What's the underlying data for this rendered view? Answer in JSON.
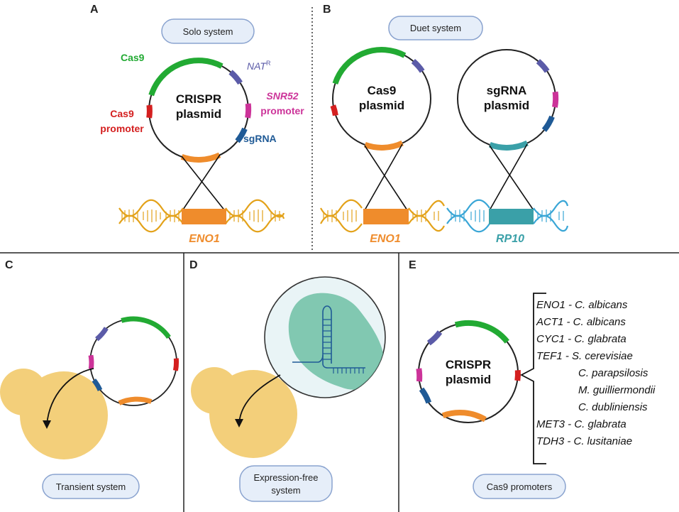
{
  "panels": {
    "A": {
      "letter": "A",
      "pill": "Solo system",
      "plasmid_line1": "CRISPR",
      "plasmid_line2": "plasmid",
      "cas9": "Cas9",
      "nat_main": "NAT",
      "nat_sup": "R",
      "snr52": "SNR52",
      "snr52_promoter": "promoter",
      "cas9_prom_line1": "Cas9",
      "cas9_prom_line2": "promoter",
      "sgrna": "sgRNA",
      "gene": "ENO1"
    },
    "B": {
      "letter": "B",
      "pill": "Duet system",
      "plasmid1_line1": "Cas9",
      "plasmid1_line2": "plasmid",
      "plasmid2_line1": "sgRNA",
      "plasmid2_line2": "plasmid",
      "gene1": "ENO1",
      "gene2": "RP10"
    },
    "C": {
      "letter": "C",
      "pill": "Transient system"
    },
    "D": {
      "letter": "D",
      "pill_line1": "Expression-free",
      "pill_line2": "system"
    },
    "E": {
      "letter": "E",
      "plasmid_line1": "CRISPR",
      "plasmid_line2": "plasmid",
      "pill": "Cas9 promoters",
      "promoters": [
        "ENO1 - C. albicans",
        "ACT1 - C. albicans",
        "CYC1 - C. glabrata",
        "TEF1 - S. cerevisiae",
        "C. parapsilosis",
        "M. guilliermondii",
        "C. dubliniensis",
        "MET3 - C. glabrata",
        "TDH3 - C. lusitaniae"
      ]
    }
  },
  "colors": {
    "cas9": "#22aa33",
    "nat": "#5b5ba8",
    "snr52": "#cc3399",
    "cas9_promoter": "#d41f1f",
    "sgrna": "#1f5a96",
    "eno1": "#ef8c2c",
    "rp10": "#3aa0a8",
    "dna_orange": "#e3a21a",
    "dna_blue": "#3aa6d6",
    "yeast": "#f3cf7a",
    "pill_fill": "#e6eef9",
    "pill_stroke": "#8aa3cf"
  }
}
